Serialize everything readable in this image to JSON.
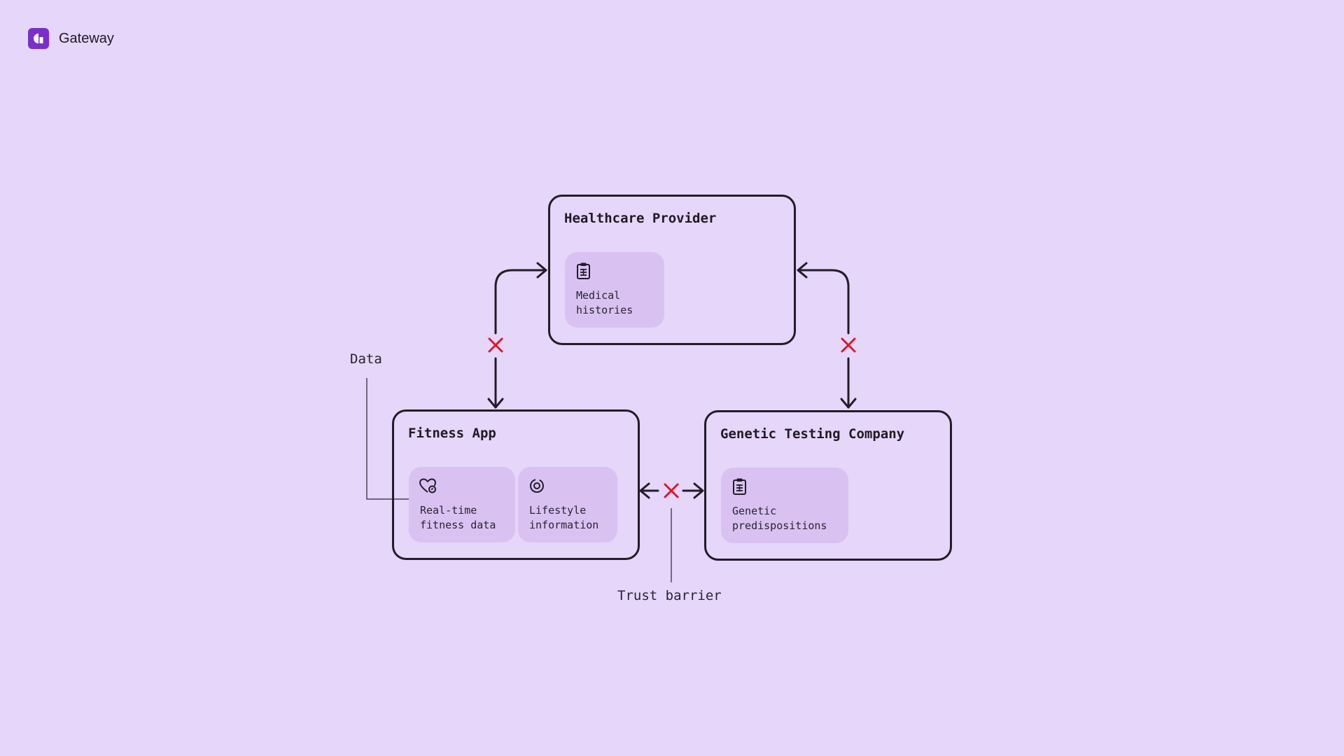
{
  "brand": {
    "name": "Gateway",
    "icon": "gateway-logo-icon",
    "color": "#7a2fc9"
  },
  "diagram": {
    "nodes": [
      {
        "id": "healthcare-provider",
        "title": "Healthcare Provider",
        "items": [
          {
            "icon": "clipboard-icon",
            "label": "Medical\nhistories"
          }
        ]
      },
      {
        "id": "fitness-app",
        "title": "Fitness App",
        "items": [
          {
            "icon": "heart-pulse-icon",
            "label": "Real-time\nfitness data"
          },
          {
            "icon": "target-icon",
            "label": "Lifestyle\ninformation"
          }
        ]
      },
      {
        "id": "genetic-testing-company",
        "title": "Genetic Testing Company",
        "items": [
          {
            "icon": "clipboard-icon",
            "label": "Genetic\npredispositions"
          }
        ]
      }
    ],
    "edges": [
      {
        "from": "fitness-app",
        "to": "healthcare-provider",
        "bidirectional": true,
        "blocked": true
      },
      {
        "from": "genetic-testing-company",
        "to": "healthcare-provider",
        "bidirectional": true,
        "blocked": true
      },
      {
        "from": "fitness-app",
        "to": "genetic-testing-company",
        "bidirectional": true,
        "blocked": true
      }
    ],
    "annotations": {
      "data": "Data",
      "trust_barrier": "Trust barrier"
    }
  },
  "colors": {
    "background": "#e5d6fa",
    "node_border": "#231c27",
    "chip": "#d9c2f2",
    "blocked_marker": "#e0162b"
  }
}
